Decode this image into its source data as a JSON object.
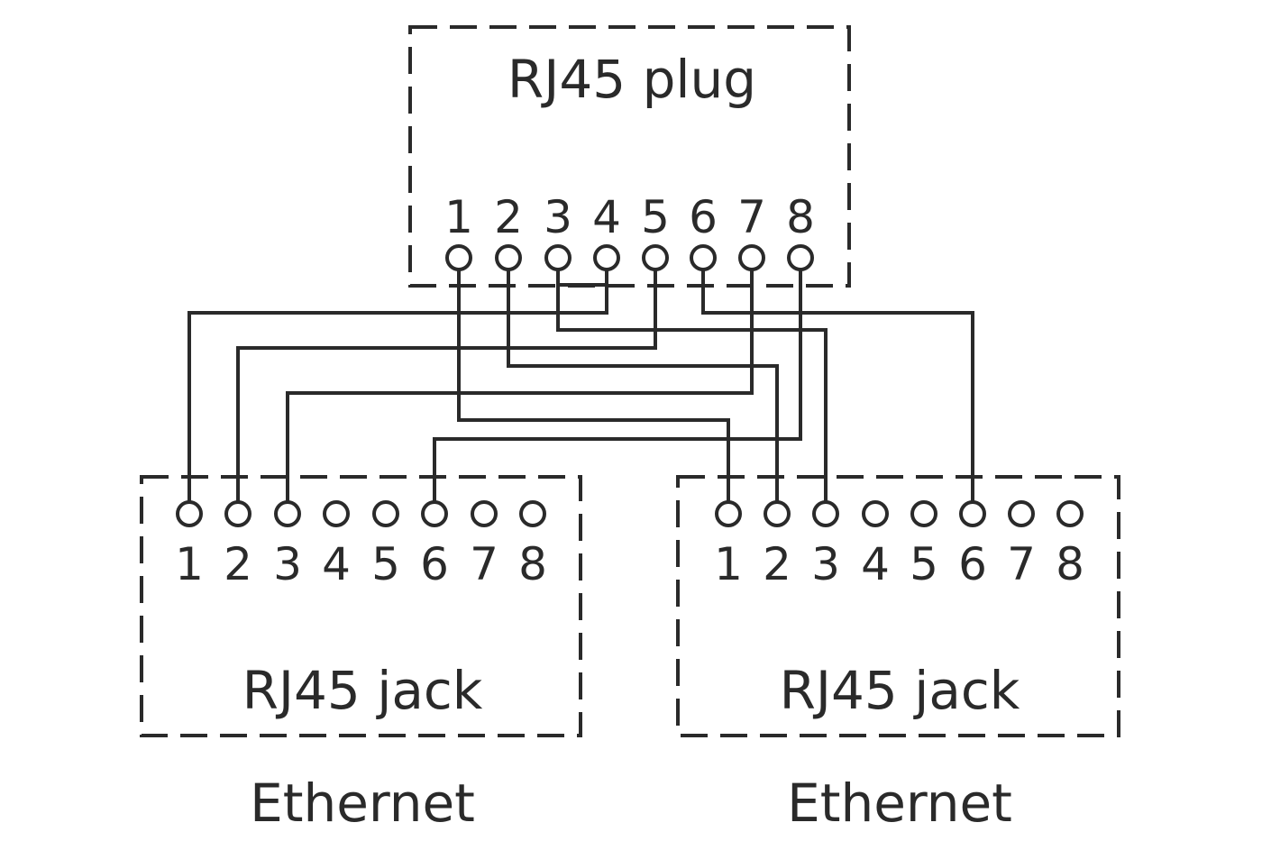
{
  "plug": {
    "label": "RJ45 plug",
    "pins": [
      "1",
      "2",
      "3",
      "4",
      "5",
      "6",
      "7",
      "8"
    ]
  },
  "jacks": [
    {
      "label": "RJ45 jack",
      "caption": "Ethernet",
      "pins": [
        "1",
        "2",
        "3",
        "4",
        "5",
        "6",
        "7",
        "8"
      ]
    },
    {
      "label": "RJ45 jack",
      "caption": "Ethernet",
      "pins": [
        "1",
        "2",
        "3",
        "4",
        "5",
        "6",
        "7",
        "8"
      ]
    }
  ],
  "connections": [
    {
      "plug_pin": 1,
      "jack": 2,
      "jack_pin": 1
    },
    {
      "plug_pin": 2,
      "jack": 2,
      "jack_pin": 2
    },
    {
      "plug_pin": 3,
      "jack": 2,
      "jack_pin": 3
    },
    {
      "plug_pin": 4,
      "jack": 1,
      "jack_pin": 1
    },
    {
      "plug_pin": 5,
      "jack": 1,
      "jack_pin": 2
    },
    {
      "plug_pin": 6,
      "jack": 2,
      "jack_pin": 6
    },
    {
      "plug_pin": 7,
      "jack": 1,
      "jack_pin": 3
    },
    {
      "plug_pin": 8,
      "jack": 1,
      "jack_pin": 6
    }
  ]
}
